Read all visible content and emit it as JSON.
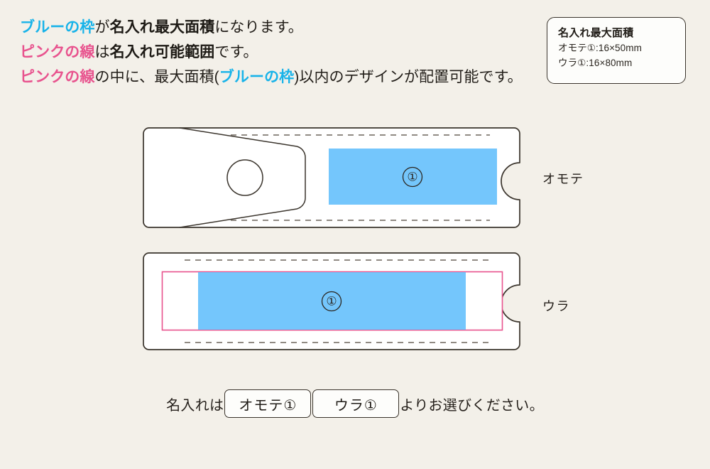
{
  "page": {
    "background_color": "#f3f0e9",
    "accent_blue": "#74c6fc",
    "text_blue": "#18b3e9",
    "text_pink": "#e8538e",
    "line_color": "#3a342c"
  },
  "legend": {
    "line1": {
      "seg1": "ブルーの枠",
      "seg2": "が",
      "seg3": "名入れ最大面積",
      "seg4": "になります。"
    },
    "line2": {
      "seg1": "ピンクの線",
      "seg2": "は",
      "seg3": "名入れ可能範囲",
      "seg4": "です。"
    },
    "line3": {
      "seg1": "ピンクの線",
      "seg2": "の中に、最大面積(",
      "seg3": "ブルーの枠",
      "seg4": ")以内のデザインが配置可能です。"
    }
  },
  "info_card": {
    "title": "名入れ最大面積",
    "rows": [
      "オモテ①:16×50mm",
      "ウラ①:16×80mm"
    ]
  },
  "diagrams": {
    "front": {
      "side_label": "オモテ",
      "area_number": "①"
    },
    "back": {
      "side_label": "ウラ",
      "area_number": "①"
    }
  },
  "chooser": {
    "prefix": "名入れは",
    "options": [
      "オモテ①",
      "ウラ①"
    ],
    "suffix": "よりお選びください。"
  }
}
